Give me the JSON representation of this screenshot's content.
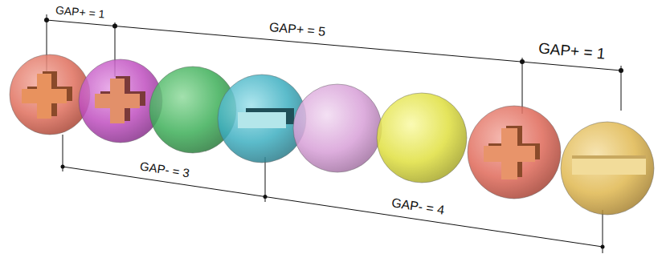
{
  "diagram": {
    "labels": [
      "GAP+ = 1",
      "GAP+ = 5",
      "GAP+ = 1",
      "GAP- = 3",
      "GAP- = 4"
    ]
  }
}
